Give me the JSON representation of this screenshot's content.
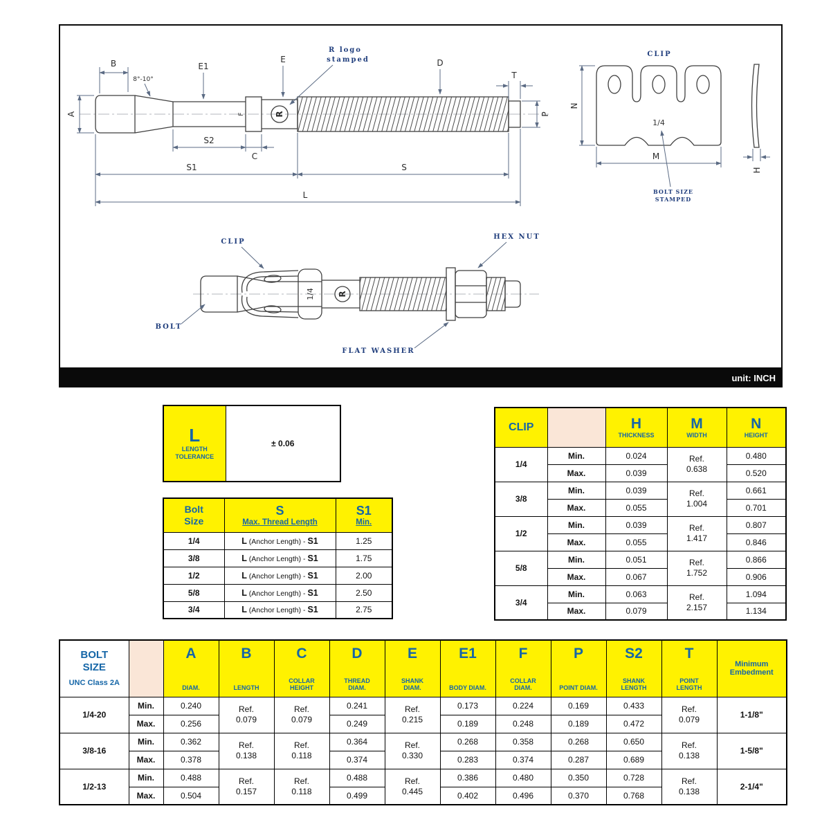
{
  "colors": {
    "accent_blue": "#1566a7",
    "header_yellow": "#fff200",
    "empty_cell_peach": "#fae6d7"
  },
  "unit_bar": {
    "label": "unit: INCH"
  },
  "drawing": {
    "dims": {
      "A": "A",
      "B": "B",
      "C": "C",
      "D": "D",
      "E": "E",
      "E1": "E1",
      "F": "F",
      "P": "P",
      "T": "T",
      "S": "S",
      "S1": "S1",
      "S2": "S2",
      "L": "L",
      "M": "M",
      "N": "N",
      "H": "H"
    },
    "ann": {
      "angle": "8°-10°",
      "r_logo_1": "R logo",
      "r_logo_2": "stamped",
      "logo_glyph": "R",
      "clip_label": "CLIP",
      "size_stamp": "1/4",
      "stamped_1": "BOLT SIZE",
      "stamped_2": "STAMPED",
      "clip_label2": "CLIP",
      "hex_nut": "HEX NUT",
      "bolt": "BOLT",
      "flat_washer": "FLAT WASHER",
      "size_stamp2": "1/4"
    }
  },
  "tolerance_table": {
    "letter": "L",
    "label_line1": "LENGTH",
    "label_line2": "TOLERANCE",
    "value": "± 0.06"
  },
  "thread_table": {
    "col_size_line1": "Bolt",
    "col_size_line2": "Size",
    "col_s_letter": "S",
    "col_s_label": "Max. Thread Length",
    "col_s1_letter": "S1",
    "col_s1_label": "Min.",
    "formula_prefix": "L",
    "formula_mid": " (Anchor Length) - ",
    "formula_suffix": "S1",
    "rows": [
      {
        "size": "1/4",
        "s1_min": "1.25"
      },
      {
        "size": "3/8",
        "s1_min": "1.75"
      },
      {
        "size": "1/2",
        "s1_min": "2.00"
      },
      {
        "size": "5/8",
        "s1_min": "2.50"
      },
      {
        "size": "3/4",
        "s1_min": "2.75"
      }
    ]
  },
  "clip_table": {
    "title": "CLIP",
    "min_label": "Min.",
    "max_label": "Max.",
    "ref_label": "Ref.",
    "col_h_letter": "H",
    "col_h_label": "THICKNESS",
    "col_m_letter": "M",
    "col_m_label": "WIDTH",
    "col_n_letter": "N",
    "col_n_label": "HEIGHT",
    "rows": [
      {
        "size": "1/4",
        "h_min": "0.024",
        "h_max": "0.039",
        "m_ref": "0.638",
        "n_min": "0.480",
        "n_max": "0.520"
      },
      {
        "size": "3/8",
        "h_min": "0.039",
        "h_max": "0.055",
        "m_ref": "1.004",
        "n_min": "0.661",
        "n_max": "0.701"
      },
      {
        "size": "1/2",
        "h_min": "0.039",
        "h_max": "0.055",
        "m_ref": "1.417",
        "n_min": "0.807",
        "n_max": "0.846"
      },
      {
        "size": "5/8",
        "h_min": "0.051",
        "h_max": "0.067",
        "m_ref": "1.752",
        "n_min": "0.866",
        "n_max": "0.906"
      },
      {
        "size": "3/4",
        "h_min": "0.063",
        "h_max": "0.079",
        "m_ref": "2.157",
        "n_min": "1.094",
        "n_max": "1.134"
      }
    ]
  },
  "bolt_table": {
    "title_line1": "BOLT",
    "title_line2": "SIZE",
    "title_line3": "UNC Class 2A",
    "min_label": "Min.",
    "max_label": "Max.",
    "ref_label": "Ref.",
    "embed_line1": "Minimum",
    "embed_line2": "Embedment",
    "columns": [
      {
        "letter": "A",
        "label": "DIAM."
      },
      {
        "letter": "B",
        "label": "LENGTH"
      },
      {
        "letter": "C",
        "label": "COLLAR HEIGHT"
      },
      {
        "letter": "D",
        "label": "THREAD DIAM."
      },
      {
        "letter": "E",
        "label": "SHANK DIAM."
      },
      {
        "letter": "E1",
        "label": "BODY DIAM."
      },
      {
        "letter": "F",
        "label": "COLLAR DIAM."
      },
      {
        "letter": "P",
        "label": "POINT DIAM."
      },
      {
        "letter": "S2",
        "label": "SHANK LENGTH"
      },
      {
        "letter": "T",
        "label": "POINT LENGTH"
      }
    ],
    "rows": [
      {
        "size": "1/4-20",
        "a_min": "0.240",
        "a_max": "0.256",
        "b_ref": "0.079",
        "c_ref": "0.079",
        "d_min": "0.241",
        "d_max": "0.249",
        "e_ref": "0.215",
        "e1_min": "0.173",
        "e1_max": "0.189",
        "f_min": "0.224",
        "f_max": "0.248",
        "p_min": "0.169",
        "p_max": "0.189",
        "s2_min": "0.433",
        "s2_max": "0.472",
        "t_ref": "0.079",
        "embed": "1-1/8\""
      },
      {
        "size": "3/8-16",
        "a_min": "0.362",
        "a_max": "0.378",
        "b_ref": "0.138",
        "c_ref": "0.118",
        "d_min": "0.364",
        "d_max": "0.374",
        "e_ref": "0.330",
        "e1_min": "0.268",
        "e1_max": "0.283",
        "f_min": "0.358",
        "f_max": "0.374",
        "p_min": "0.268",
        "p_max": "0.287",
        "s2_min": "0.650",
        "s2_max": "0.689",
        "t_ref": "0.138",
        "embed": "1-5/8\""
      },
      {
        "size": "1/2-13",
        "a_min": "0.488",
        "a_max": "0.504",
        "b_ref": "0.157",
        "c_ref": "0.118",
        "d_min": "0.488",
        "d_max": "0.499",
        "e_ref": "0.445",
        "e1_min": "0.386",
        "e1_max": "0.402",
        "f_min": "0.480",
        "f_max": "0.496",
        "p_min": "0.350",
        "p_max": "0.370",
        "s2_min": "0.728",
        "s2_max": "0.768",
        "t_ref": "0.138",
        "embed": "2-1/4\""
      }
    ]
  }
}
